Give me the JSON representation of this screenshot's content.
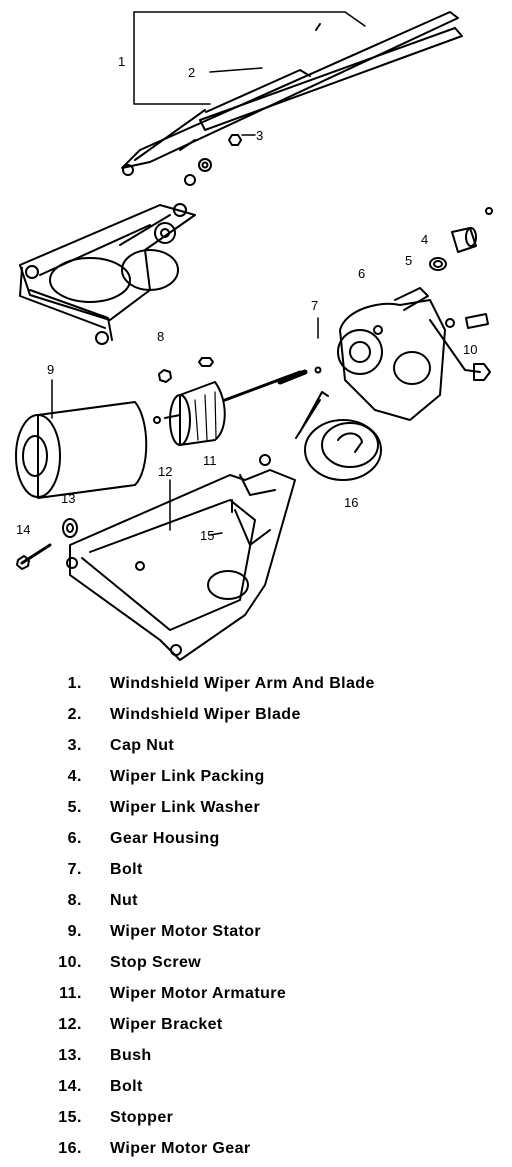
{
  "callouts": [
    "1",
    "2",
    "3",
    "4",
    "5",
    "6",
    "7",
    "8",
    "9",
    "10",
    "11",
    "12",
    "13",
    "14",
    "15",
    "16"
  ],
  "legend": [
    {
      "num": "1.",
      "text": "Windshield Wiper Arm And Blade"
    },
    {
      "num": "2.",
      "text": "Windshield Wiper Blade"
    },
    {
      "num": "3.",
      "text": "Cap Nut"
    },
    {
      "num": "4.",
      "text": "Wiper Link Packing"
    },
    {
      "num": "5.",
      "text": "Wiper Link Washer"
    },
    {
      "num": "6.",
      "text": "Gear Housing"
    },
    {
      "num": "7.",
      "text": "Bolt"
    },
    {
      "num": "8.",
      "text": "Nut"
    },
    {
      "num": "9.",
      "text": "Wiper Motor Stator"
    },
    {
      "num": "10.",
      "text": "Stop Screw"
    },
    {
      "num": "11.",
      "text": "Wiper Motor Armature"
    },
    {
      "num": "12.",
      "text": "Wiper Bracket"
    },
    {
      "num": "13.",
      "text": "Bush"
    },
    {
      "num": "14.",
      "text": "Bolt"
    },
    {
      "num": "15.",
      "text": "Stopper"
    },
    {
      "num": "16.",
      "text": "Wiper Motor Gear"
    }
  ]
}
